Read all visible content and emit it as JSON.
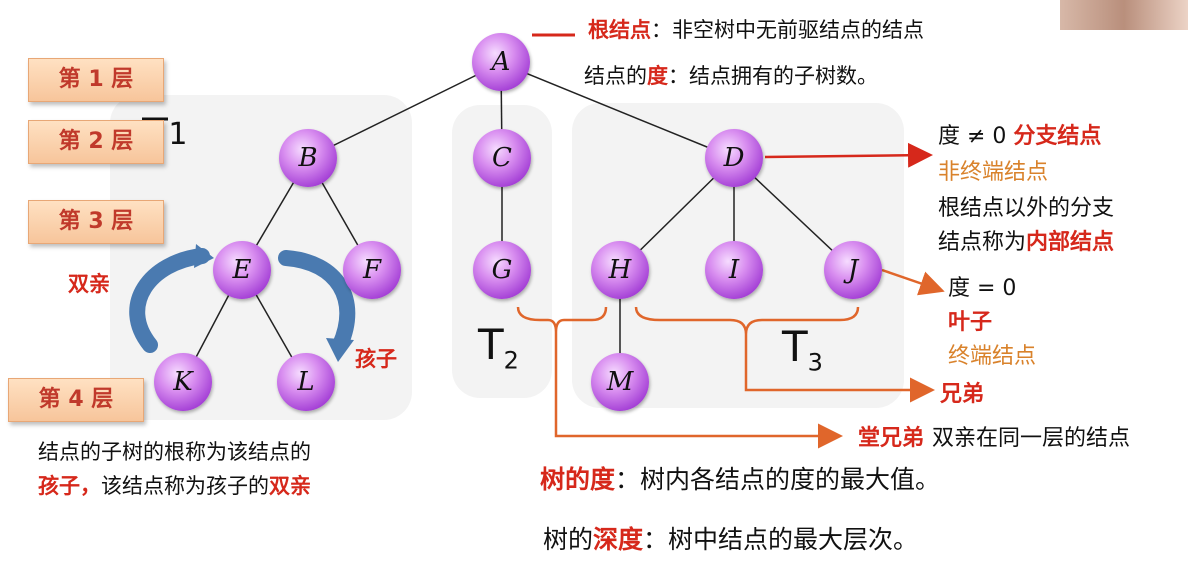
{
  "levels": [
    "第 1 层",
    "第 2 层",
    "第 3 层",
    "第 4 层"
  ],
  "nodes": {
    "A": "A",
    "B": "B",
    "C": "C",
    "D": "D",
    "E": "E",
    "F": "F",
    "G": "G",
    "H": "H",
    "I": "I",
    "J": "J",
    "K": "K",
    "L": "L",
    "M": "M"
  },
  "subtrees": {
    "t1_main": "T",
    "t1_sub": "1",
    "t2_main": "T",
    "t2_sub": "2",
    "t3_main": "T",
    "t3_sub": "3"
  },
  "root_def": {
    "term": "根结点",
    "desc": "非空树中无前驱结点的结点"
  },
  "degree_def": {
    "prefix": "结点的",
    "term": "度",
    "desc": "结点拥有的子树数。"
  },
  "branch_def": {
    "line1_prefix": "度 ≠ 0 ",
    "line1_term": "分支结点",
    "line2": "非终端结点",
    "line3": "根结点以外的分支",
    "line4_prefix": "结点称为",
    "line4_term": "内部结点"
  },
  "leaf_def": {
    "line1": "度 = 0",
    "line2": "叶子",
    "line3": "终端结点"
  },
  "siblings": "兄弟",
  "cousins": {
    "term": "堂兄弟",
    "desc": "双亲在同一层的结点"
  },
  "parent_label": "双亲",
  "child_label": "孩子",
  "child_def": {
    "line1": "结点的子树的根称为该结点的",
    "line2_term1": "孩子，",
    "line2_mid": "该结点称为孩子的",
    "line2_term2": "双亲"
  },
  "tree_degree": {
    "term": "树的度",
    "desc": "：树内各结点的度的最大值。"
  },
  "tree_depth": {
    "prefix": "树的",
    "term": "深度",
    "desc": "：树中结点的最大层次。"
  },
  "colors": {
    "accent_red": "#d6281b",
    "accent_orange": "#d9822b",
    "node_purple": "#a541d6",
    "curve_blue": "#4a7ab0"
  }
}
